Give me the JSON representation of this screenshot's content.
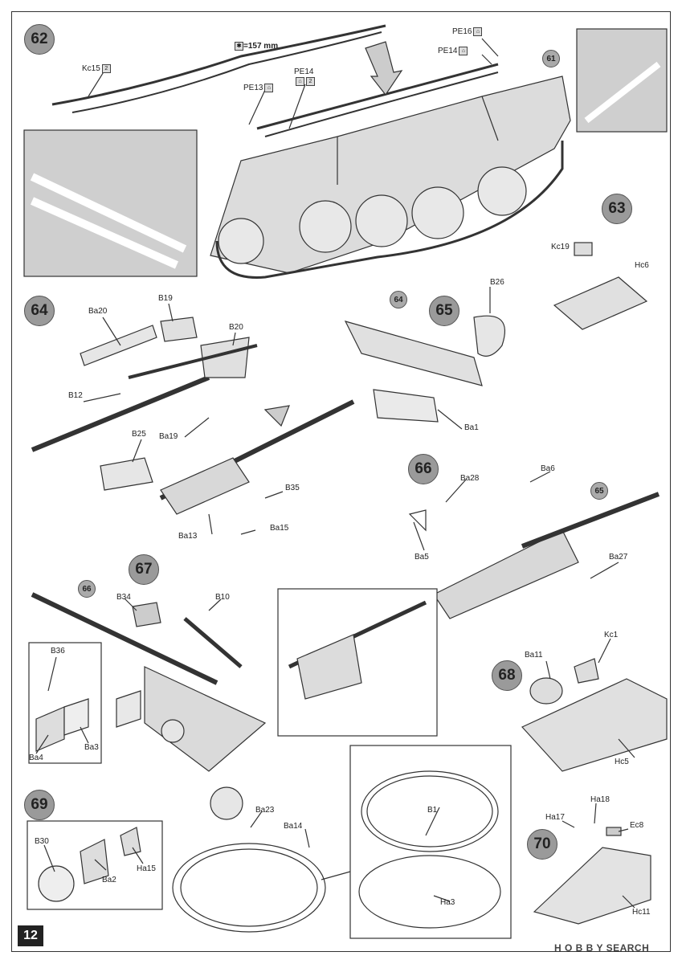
{
  "page_number": "12",
  "watermark": "H O B B Y SEARCH",
  "steps": {
    "s62": "62",
    "s63": "63",
    "s64": "64",
    "s65": "65",
    "s66": "66",
    "s67": "67",
    "s68": "68",
    "s69": "69",
    "s70": "70"
  },
  "refs": {
    "r61": "61",
    "r64": "64",
    "r65": "65",
    "r66": "66"
  },
  "step62": {
    "cable_length": "=157 mm",
    "kc15": "Kc15",
    "kc15_qty": "2",
    "pe13": "PE13",
    "pe14": "PE14",
    "pe14_qty": "2",
    "pe14b": "PE14",
    "pe16": "PE16"
  },
  "step63": {
    "kc19": "Kc19",
    "hc6": "Hc6"
  },
  "step64": {
    "ba20": "Ba20",
    "b19": "B19",
    "b20": "B20",
    "b12": "B12",
    "ba19": "Ba19",
    "b25": "B25",
    "b35": "B35",
    "ba13": "Ba13",
    "ba15": "Ba15"
  },
  "step65": {
    "b26": "B26",
    "ba1": "Ba1"
  },
  "step66": {
    "ba28": "Ba28",
    "ba6": "Ba6",
    "ba5": "Ba5",
    "ba27": "Ba27"
  },
  "step67": {
    "b34": "B34",
    "b10": "B10",
    "b36": "B36",
    "ba4": "Ba4",
    "ba3": "Ba3"
  },
  "step68": {
    "ba11": "Ba11",
    "kc1": "Kc1",
    "hc5": "Hc5"
  },
  "step69": {
    "b30": "B30",
    "ba2": "Ba2",
    "ha15": "Ha15",
    "ba23": "Ba23",
    "ba14": "Ba14",
    "b1": "B1",
    "ha3": "Ha3"
  },
  "step70": {
    "ha17": "Ha17",
    "ha18": "Ha18",
    "ec8": "Ec8",
    "hc11": "Hc11"
  },
  "colors": {
    "step_circle": "#9a9a9a",
    "line": "#333333",
    "part_fill": "#d9d9d9"
  }
}
